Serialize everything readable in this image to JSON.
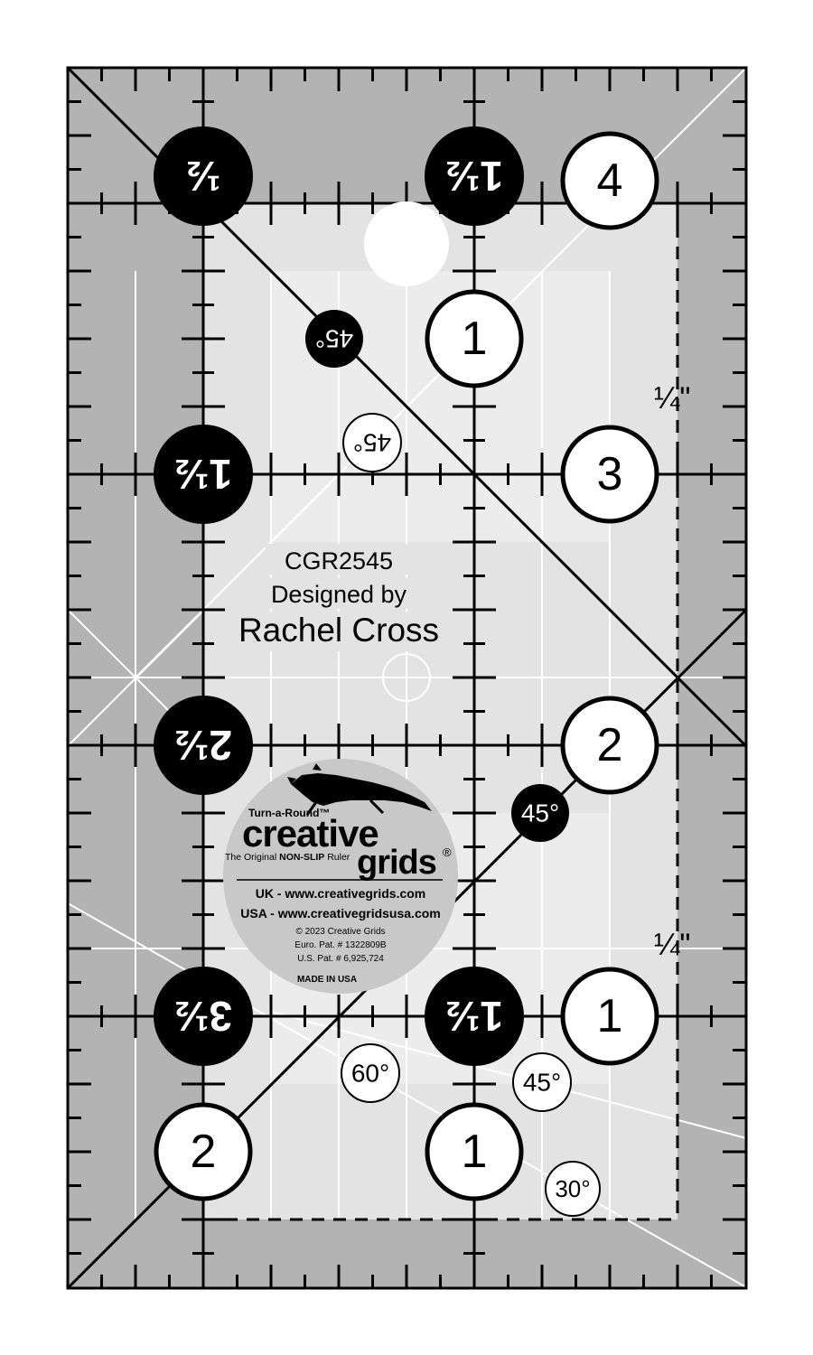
{
  "product": {
    "model": "CGR2545",
    "designed_by": "Designed by",
    "designer": "Rachel Cross"
  },
  "logo": {
    "tagline_top": "Turn-a-Round™",
    "brand_line1": "creative",
    "brand_line2": "grids",
    "registered": "®",
    "sub_prefix": "The Original ",
    "sub_strong": "NON-SLIP",
    "sub_suffix": " Ruler",
    "uk_url": "UK - www.creativegrids.com",
    "usa_url": "USA - www.creativegridsusa.com",
    "copyright": "© 2023  Creative Grids",
    "euro_patent": "Euro. Pat. # 1322809B",
    "us_patent": "U.S. Pat. # 6,925,724",
    "made_in": "MADE IN USA"
  },
  "markers": {
    "white": [
      {
        "name": "number-marker-4",
        "label": "4"
      },
      {
        "name": "number-marker-1-upper",
        "label": "1"
      },
      {
        "name": "number-marker-3",
        "label": "3"
      },
      {
        "name": "number-marker-2-right",
        "label": "2"
      },
      {
        "name": "number-marker-1-right",
        "label": "1"
      },
      {
        "name": "number-marker-2-bottom",
        "label": "2"
      },
      {
        "name": "number-marker-1-bottom",
        "label": "1"
      }
    ],
    "black_inverted": [
      {
        "name": "fraction-marker-half",
        "label": "½"
      },
      {
        "name": "fraction-marker-one-half-top",
        "label": "1½"
      },
      {
        "name": "fraction-marker-one-half-left",
        "label": "1½"
      },
      {
        "name": "fraction-marker-two-half",
        "label": "2½"
      },
      {
        "name": "fraction-marker-three-half",
        "label": "3½"
      },
      {
        "name": "fraction-marker-one-half-bottom",
        "label": "1½"
      }
    ],
    "quarter_labels": [
      "¼\"",
      "¼\""
    ],
    "angles": {
      "black_45_inverted": "45°",
      "white_45_inverted": "45°",
      "black_45": "45°",
      "white_60": "60°",
      "white_45": "45°",
      "white_30": "30°"
    }
  },
  "colors": {
    "dark_band": "#b3b3b3",
    "mid_band": "#e0e0e0",
    "clear": "#f0f0f0",
    "ink": "#000000",
    "paper": "#ffffff",
    "logo_disc": "#c8c8c8"
  }
}
